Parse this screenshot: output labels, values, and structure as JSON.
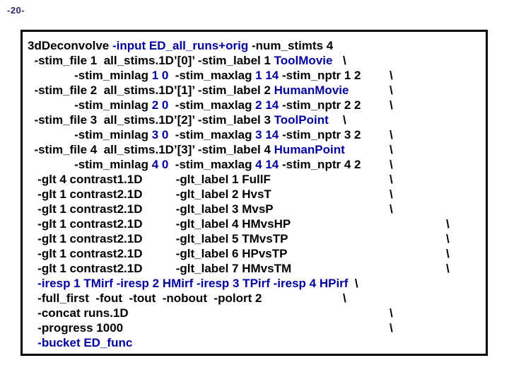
{
  "page_number": "-20-",
  "colors": {
    "command_text": "#000000",
    "command_highlight": "#0000a0",
    "page_number": "#2b2a6e",
    "box_border": "#000000",
    "background": "#ffffff"
  },
  "command_box": {
    "continuation_char": "\\",
    "lines": [
      {
        "segments": [
          {
            "text": "3dDeconvolve ",
            "color": "k"
          },
          {
            "text": "-input ED_all_runs+orig ",
            "color": "b"
          },
          {
            "text": "-num_stimts 4",
            "color": "k"
          }
        ],
        "bs": null
      },
      {
        "segments": [
          {
            "text": "  -stim_file 1  all_stims.1D’[0]’ -stim_label 1 ",
            "color": "k"
          },
          {
            "text": "ToolMovie",
            "color": "b"
          }
        ],
        "bs": "near"
      },
      {
        "segments": [
          {
            "text": "              -stim_minlag ",
            "color": "k"
          },
          {
            "text": "1 0",
            "color": "b"
          },
          {
            "text": "  -stim_maxlag ",
            "color": "k"
          },
          {
            "text": "1 14",
            "color": "b"
          },
          {
            "text": " -stim_nptr 1 2",
            "color": "k"
          }
        ],
        "bs": "mid"
      },
      {
        "segments": [
          {
            "text": "  -stim_file 2  all_stims.1D’[1]’ -stim_label 2 ",
            "color": "k"
          },
          {
            "text": "HumanMovie",
            "color": "b"
          }
        ],
        "bs": "mid"
      },
      {
        "segments": [
          {
            "text": "              -stim_minlag ",
            "color": "k"
          },
          {
            "text": "2 0",
            "color": "b"
          },
          {
            "text": "  -stim_maxlag ",
            "color": "k"
          },
          {
            "text": "2 14",
            "color": "b"
          },
          {
            "text": " -stim_nptr 2 2",
            "color": "k"
          }
        ],
        "bs": "mid"
      },
      {
        "segments": [
          {
            "text": "  -stim_file 3  all_stims.1D’[2]’ -stim_label 3 ",
            "color": "k"
          },
          {
            "text": "ToolPoint",
            "color": "b"
          }
        ],
        "bs": "near"
      },
      {
        "segments": [
          {
            "text": "              -stim_minlag ",
            "color": "k"
          },
          {
            "text": "3 0",
            "color": "b"
          },
          {
            "text": "  -stim_maxlag ",
            "color": "k"
          },
          {
            "text": "3 14",
            "color": "b"
          },
          {
            "text": " -stim_nptr 3 2",
            "color": "k"
          }
        ],
        "bs": "mid"
      },
      {
        "segments": [
          {
            "text": "  -stim_file 4  all_stims.1D’[3]’ -stim_label 4 ",
            "color": "k"
          },
          {
            "text": "HumanPoint",
            "color": "b"
          }
        ],
        "bs": "mid"
      },
      {
        "segments": [
          {
            "text": "              -stim_minlag ",
            "color": "k"
          },
          {
            "text": "4 0",
            "color": "b"
          },
          {
            "text": "  -stim_maxlag ",
            "color": "k"
          },
          {
            "text": "4 14",
            "color": "b"
          },
          {
            "text": " -stim_nptr 4 2",
            "color": "k"
          }
        ],
        "bs": "mid"
      },
      {
        "segments": [
          {
            "text": "   -glt 4 contrast1.1D          -glt_label 1 FullF",
            "color": "k"
          }
        ],
        "bs": "mid"
      },
      {
        "segments": [
          {
            "text": "   -glt 1 contrast2.1D          -glt_label 2 HvsT",
            "color": "k"
          }
        ],
        "bs": "mid"
      },
      {
        "segments": [
          {
            "text": "   -glt 1 contrast2.1D          -glt_label 3 MvsP",
            "color": "k"
          }
        ],
        "bs": "mid"
      },
      {
        "segments": [
          {
            "text": "   -glt 1 contrast2.1D          -glt_label 4 HMvsHP",
            "color": "k"
          }
        ],
        "bs": "xfar"
      },
      {
        "segments": [
          {
            "text": "   -glt 1 contrast2.1D          -glt_label 5 TMvsTP",
            "color": "k"
          }
        ],
        "bs": "xfar"
      },
      {
        "segments": [
          {
            "text": "   -glt 1 contrast2.1D          -glt_label 6 HPvsTP",
            "color": "k"
          }
        ],
        "bs": "xfar"
      },
      {
        "segments": [
          {
            "text": "   -glt 1 contrast2.1D          -glt_label 7 HMvsTM",
            "color": "k"
          }
        ],
        "bs": "xfar"
      },
      {
        "segments": [
          {
            "text": "   -iresp 1 TMirf -iresp 2 HMirf -iresp 3 TPirf -iresp 4 HPirf",
            "color": "b"
          },
          {
            "text": "  \\",
            "color": "k"
          }
        ],
        "bs": null
      },
      {
        "segments": [
          {
            "text": "   -full_first  -fout  -tout  -nobout  -polort 2",
            "color": "k"
          }
        ],
        "bs": "near"
      },
      {
        "segments": [
          {
            "text": "   -concat runs.1D",
            "color": "k"
          }
        ],
        "bs": "mid"
      },
      {
        "segments": [
          {
            "text": "   -progress 1000",
            "color": "k"
          }
        ],
        "bs": "mid"
      },
      {
        "segments": [
          {
            "text": "   -bucket ED_func",
            "color": "b"
          }
        ],
        "bs": null
      }
    ]
  }
}
